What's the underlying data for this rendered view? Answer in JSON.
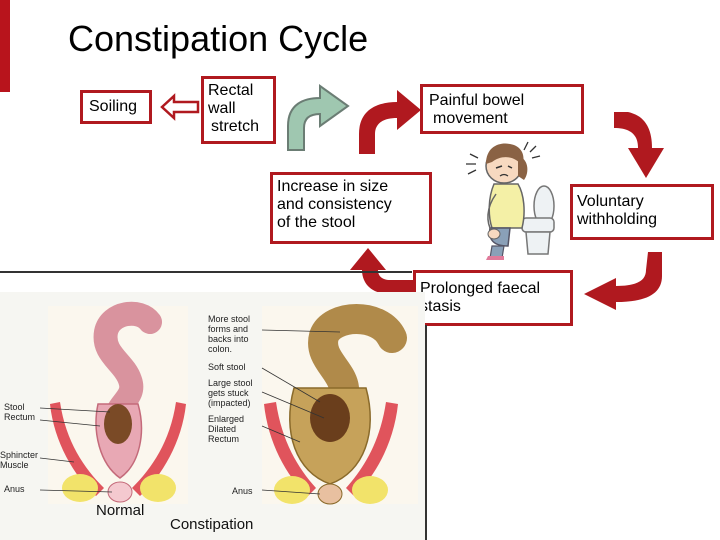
{
  "title": "Constipation Cycle",
  "cycle": {
    "soiling": "Soiling",
    "rectal_line1": "Rectal",
    "rectal_line2": "wall",
    "rectal_line3": "stretch",
    "painful_line1": "Painful bowel",
    "painful_line2": "movement",
    "voluntary_line1": "Voluntary",
    "voluntary_line2": "withholding",
    "prolonged_line1": "Prolonged faecal",
    "prolonged_line2": "stasis",
    "increase_line1": "Increase in size",
    "increase_line2": "and consistency",
    "increase_line3": "of the stool"
  },
  "figure": {
    "normal_caption": "Normal",
    "constipation_caption": "Constipation",
    "stool_line1": "Stool",
    "stool_line2": "Rectum",
    "sphincter_line1": "Sphincter",
    "sphincter_line2": "Muscle",
    "anus_left": "Anus",
    "more_line1": "More stool",
    "more_line2": "forms and",
    "more_line3": "backs into",
    "more_line4": "colon.",
    "soft_stool": "Soft stool",
    "large_line1": "Large stool",
    "large_line2": "gets stuck",
    "large_line3": "(impacted)",
    "enlarged_line1": "Enlarged",
    "enlarged_line2": "Dilated",
    "enlarged_line3": "Rectum",
    "anus_right": "Anus"
  },
  "colors": {
    "accent": "#b0191f",
    "green_arrow": "#9fc7b0"
  }
}
